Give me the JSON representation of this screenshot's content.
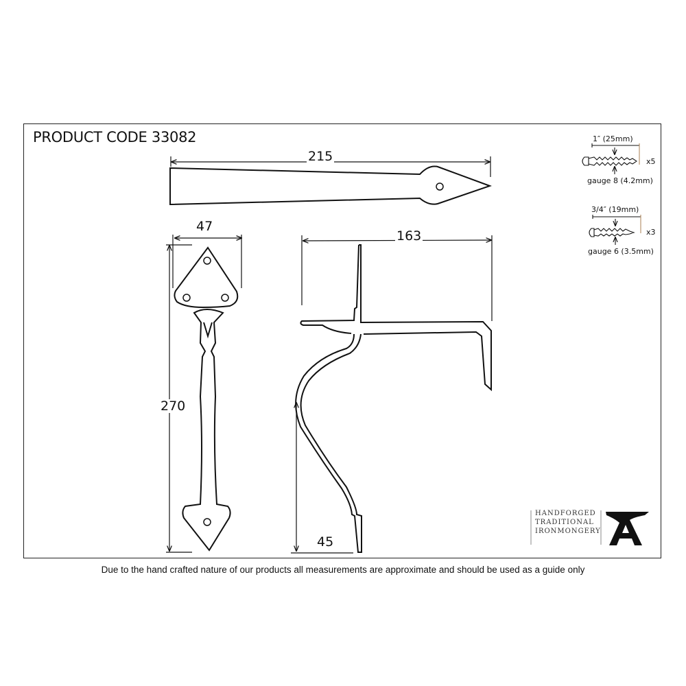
{
  "header": {
    "product_code": "PRODUCT CODE 33082"
  },
  "dimensions": {
    "pad_length": "215",
    "handle_width": "47",
    "handle_height": "270",
    "latch_length": "163",
    "thumb_height": "45"
  },
  "screws": [
    {
      "length": "1″ (25mm)",
      "quantity": "x5",
      "gauge": "gauge 8 (4.2mm)"
    },
    {
      "length": "3/4″ (19mm)",
      "quantity": "x3",
      "gauge": "gauge 6 (3.5mm)"
    }
  ],
  "brand": {
    "lines": [
      "HANDFORGED",
      "TRADITIONAL",
      "IRONMONGERY"
    ],
    "logo": "anvil-logo"
  },
  "footer": {
    "disclaimer": "Due to the hand crafted nature of our products all measurements are approximate and should be used as a guide only"
  },
  "colors": {
    "line": "#111111",
    "frame": "#222222",
    "background": "#ffffff"
  }
}
